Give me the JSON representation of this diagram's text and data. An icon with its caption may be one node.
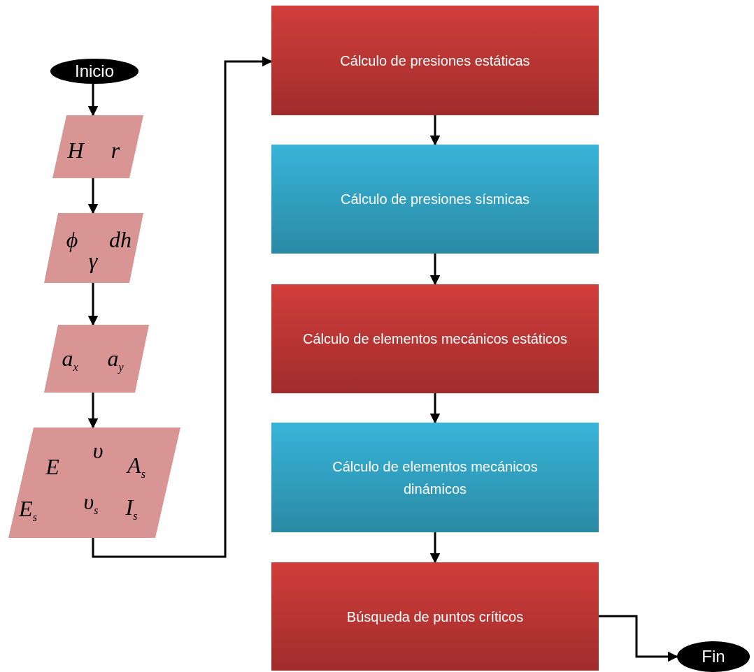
{
  "diagram": {
    "nodes": [
      {
        "text": [
          "Inicio"
        ]
      },
      {
        "text": [
          "H",
          "r"
        ]
      },
      {
        "text": [
          "ϕ",
          "dh",
          "γ"
        ]
      },
      {
        "text": [
          "a$_{x}$",
          "a$_{y}$"
        ]
      },
      {
        "text": [
          "υ",
          "E",
          "A$_{s}$",
          "E$_{s}$",
          "υ$_{s}$",
          "I$_{s}$"
        ]
      },
      {
        "text": [
          "Cálculo de presiones estáticas"
        ]
      },
      {
        "text": [
          "Cálculo de presiones sísmicas"
        ]
      },
      {
        "text": [
          "Cálculo de elementos mecánicos estáticos"
        ]
      },
      {
        "text": [
          "Cálculo de elementos mecánicos dinámicos"
        ]
      },
      {
        "text": [
          "Búsqueda de puntos críticos"
        ]
      },
      {
        "text": [
          "Fin"
        ]
      }
    ],
    "edges": [
      {
        "from": 0,
        "to": 1,
        "arrow": "to"
      },
      {
        "from": 1,
        "to": 2,
        "arrow": "to"
      },
      {
        "from": 2,
        "to": 3,
        "arrow": "to"
      },
      {
        "from": 3,
        "to": 4,
        "arrow": "to"
      },
      {
        "from": 4,
        "to": 5,
        "arrow": "to"
      },
      {
        "from": 5,
        "to": 6,
        "arrow": "to"
      },
      {
        "from": 6,
        "to": 7,
        "arrow": "to"
      },
      {
        "from": 7,
        "to": 8,
        "arrow": "to"
      },
      {
        "from": 8,
        "to": 9,
        "arrow": "to"
      },
      {
        "from": 9,
        "to": 10,
        "arrow": "to"
      }
    ]
  }
}
